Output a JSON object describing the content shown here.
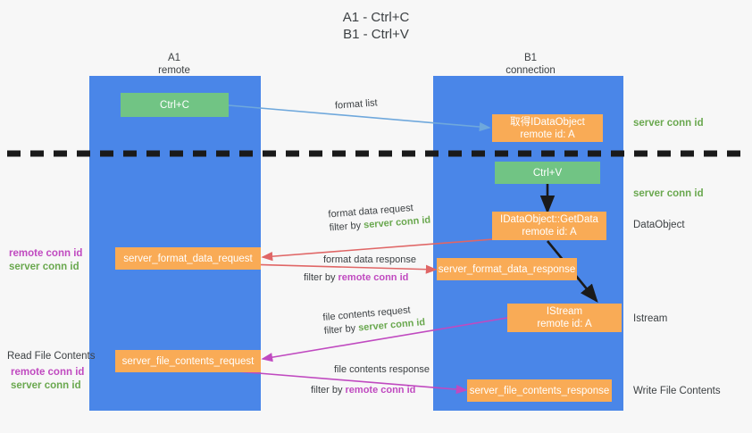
{
  "title": {
    "line1": "A1 - Ctrl+C",
    "line2": "B1 - Ctrl+V"
  },
  "lanes": [
    {
      "id": "a1",
      "name": "A1",
      "sub": "remote",
      "color": "#4a86e8"
    },
    {
      "id": "b1",
      "name": "B1",
      "sub": "connection",
      "color": "#4a86e8"
    }
  ],
  "colors": {
    "lane": "#4a86e8",
    "green_box": "#71c484",
    "orange_box": "#f9ab56",
    "server_conn": "#6aa84f",
    "remote_conn": "#c04ac0",
    "text": "#3c4043",
    "divider": "#1a1a1a",
    "background": "#f7f7f7",
    "arrow_blue": "#6fa8dc",
    "arrow_red": "#e06666",
    "arrow_magenta": "#c04ac0",
    "arrow_black": "#1a1a1a"
  },
  "nodes": {
    "ctrl_c": {
      "label": "Ctrl+C",
      "style": "green"
    },
    "ctrl_v": {
      "label": "Ctrl+V",
      "style": "green"
    },
    "get_idataobject": {
      "line1": "取得IDataObject",
      "line2": "remote id: A",
      "style": "orange"
    },
    "idataobject_getdata": {
      "line1": "IDataObject::GetData",
      "line2": "remote id: A",
      "style": "orange"
    },
    "istream": {
      "line1": "IStream",
      "line2": "remote id: A",
      "style": "orange"
    },
    "server_format_data_request": {
      "label": "server_format_data_request",
      "style": "orange"
    },
    "server_format_data_response": {
      "label": "server_format_data_response",
      "style": "orange"
    },
    "server_file_contents_request": {
      "label": "server_file_contents_request",
      "style": "orange"
    },
    "server_file_contents_response": {
      "label": "server_file_contents_response",
      "style": "orange"
    }
  },
  "edges": {
    "format_list": {
      "label": "format list"
    },
    "format_data_request": {
      "label": "format data request",
      "filter_prefix": "filter by ",
      "filter_value": "server conn id",
      "filter_color": "server"
    },
    "format_data_response": {
      "label": "format data response",
      "filter_prefix": "filter by ",
      "filter_value": "remote conn id",
      "filter_color": "remote"
    },
    "file_contents_request": {
      "label": "file contents request",
      "filter_prefix": "filter by ",
      "filter_value": "server conn id",
      "filter_color": "server"
    },
    "file_contents_response": {
      "label": "file contents response",
      "filter_prefix": "filter by ",
      "filter_value": "remote conn id",
      "filter_color": "remote"
    }
  },
  "right_labels": {
    "server_conn_top": "server conn id",
    "server_conn_mid": "server conn id",
    "dataobject": "DataObject",
    "istream": "Istream",
    "write_file_contents": "Write File Contents"
  },
  "left_labels": {
    "remote_conn_1": "remote conn id",
    "server_conn_1": "server conn id",
    "read_file_contents": "Read File Contents",
    "remote_conn_2": "remote conn id",
    "server_conn_2": "server conn id"
  }
}
